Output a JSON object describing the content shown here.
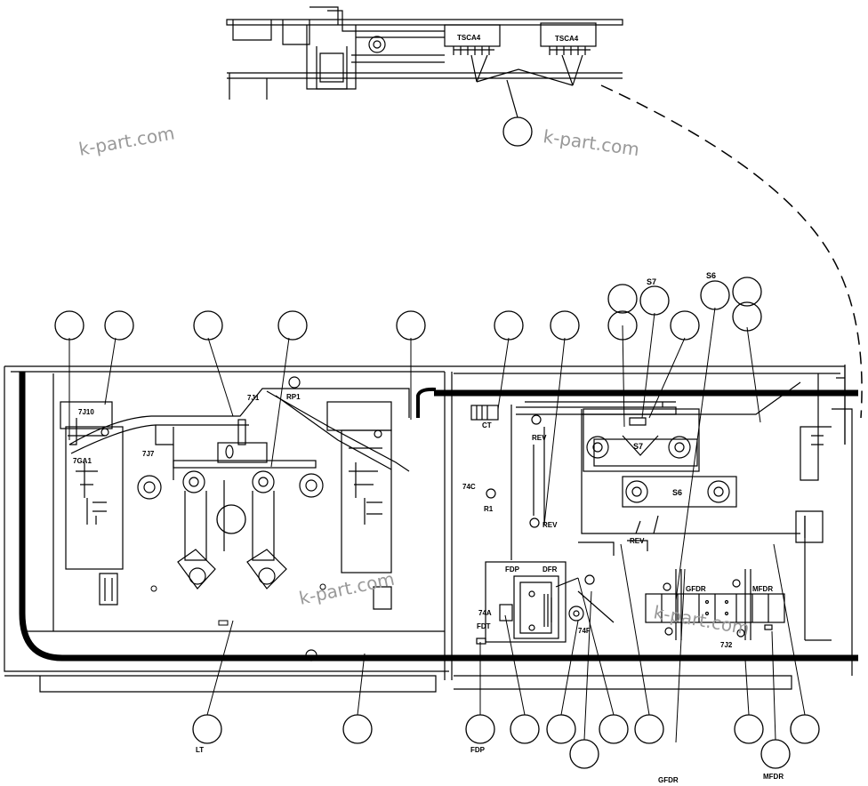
{
  "watermarks": [
    "k-part.com",
    "k-part.com",
    "k-part.com",
    "k-part.com"
  ],
  "top_inset": {
    "parts": [
      "TSCA4",
      "TSCA4"
    ]
  },
  "labels": {
    "l_7j10": "7J10",
    "l_7ga": "7GA1",
    "l_7j7": "7J7",
    "l_7j1": "7J1",
    "l_rp1": "RP1",
    "l_ct": "CT",
    "l_74c": "74C",
    "l_r1": "R1",
    "l_rev1": "REV",
    "l_rev2": "REV",
    "l_rev3": "REV",
    "l_s7_top": "S7",
    "l_s6_top": "S6",
    "l_s7": "S7",
    "l_s6": "S6",
    "l_fdp_box": "FDP",
    "l_dfr": "DFR",
    "l_74a": "74A",
    "l_fdt": "FDT",
    "l_74f": "74F",
    "l_gfdr_box": "GFDR",
    "l_mfdr_box": "MFDR",
    "l_7j2": "7J2",
    "l_lt": "LT",
    "l_fdp": "FDP",
    "l_gfdr": "GFDR",
    "l_mfdr": "MFDR"
  },
  "callouts": [
    "",
    "",
    "",
    "",
    "",
    "",
    "",
    "",
    "",
    "",
    "",
    "",
    "",
    "",
    "",
    "",
    "",
    "",
    "",
    "",
    "",
    "",
    "",
    "",
    "",
    "",
    ""
  ],
  "colors": {
    "line": "#000000",
    "paper": "#ffffff",
    "watermark": "#999999"
  }
}
